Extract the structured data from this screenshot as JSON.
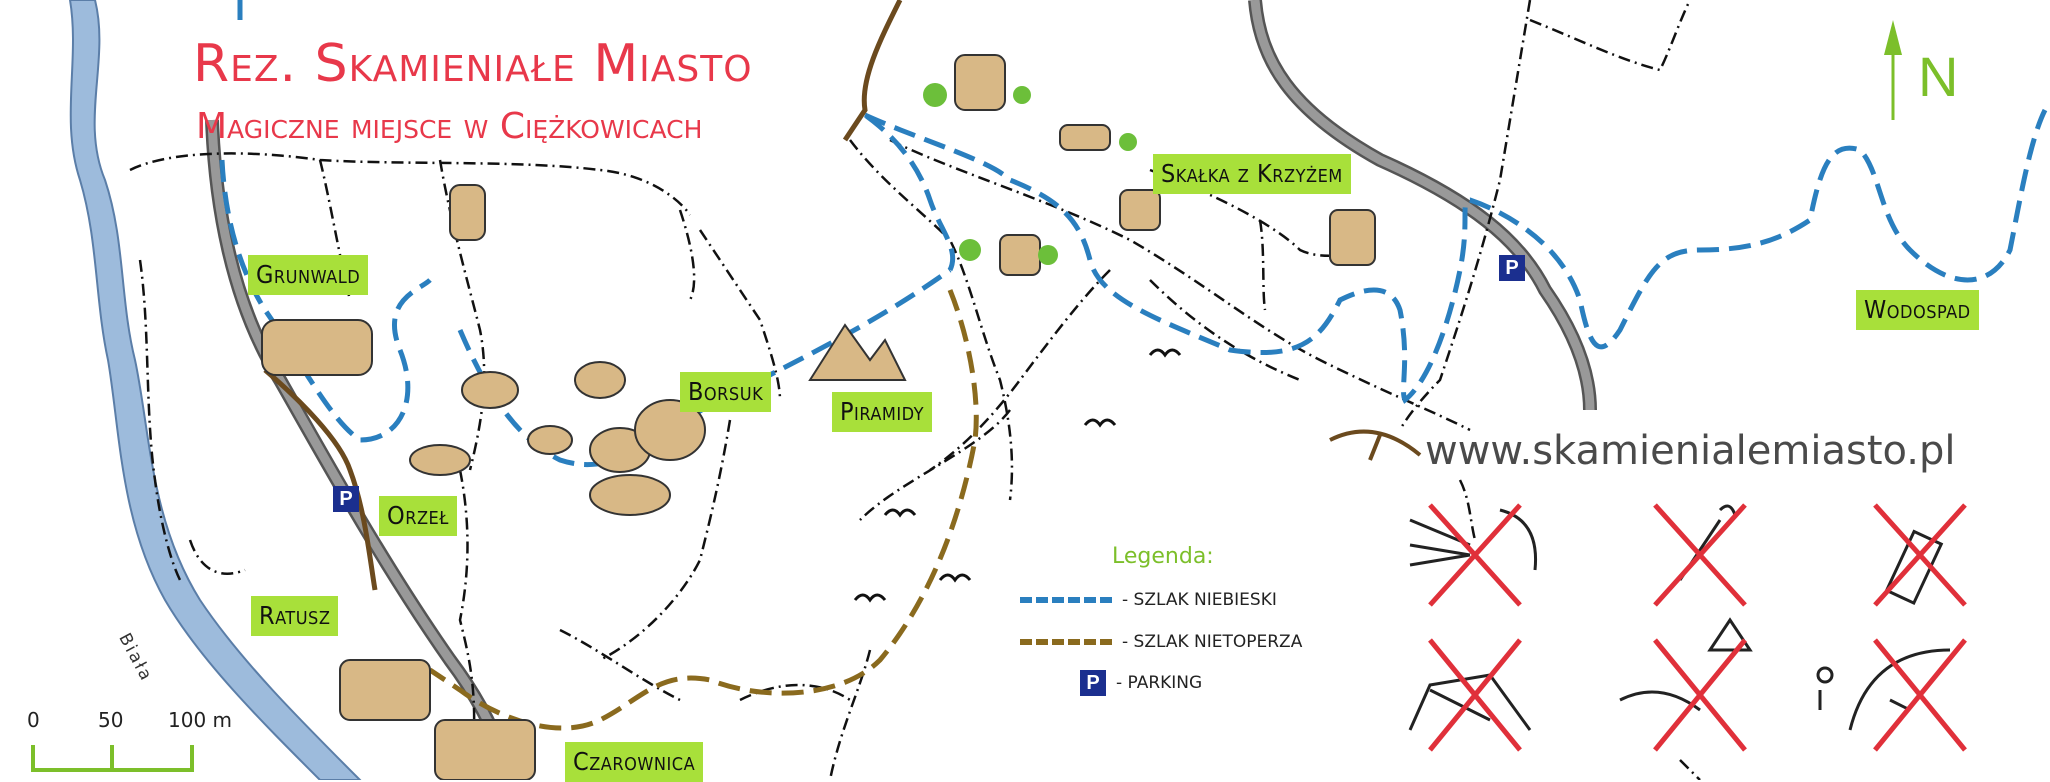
{
  "header": {
    "title": "Rez. Skamieniałe Miasto",
    "subtitle": "Magiczne miejsce w Ciężkowicach"
  },
  "places": {
    "grunwald": "Grunwald",
    "borsuk": "Borsuk",
    "piramidy": "Piramidy",
    "skalka": "Skałka z Krzyżem",
    "wodospad": "Wodospad",
    "orzel": "Orzeł",
    "ratusz": "Ratusz",
    "czarownica": "Czarownica"
  },
  "river": "Biała",
  "website": "www.skamienialemiasto.pl",
  "north": "N",
  "parking_symbol": "P",
  "legend": {
    "title": "Legenda:",
    "items": [
      {
        "label": "- szlak niebieski",
        "color": "#2a7fbf"
      },
      {
        "label": "- szlak nietoperza",
        "color": "#8a6a1e"
      },
      {
        "label": "- parking",
        "color": "#1b2f8f"
      }
    ]
  },
  "scale": {
    "ticks": [
      "0",
      "50",
      "100 m"
    ]
  },
  "colors": {
    "title": "#e8384a",
    "label_bg": "#a8e03a",
    "blue_trail": "#2a7fbf",
    "bat_trail": "#8a6a1e",
    "river": "#9dbbdc",
    "road": "#777777"
  }
}
